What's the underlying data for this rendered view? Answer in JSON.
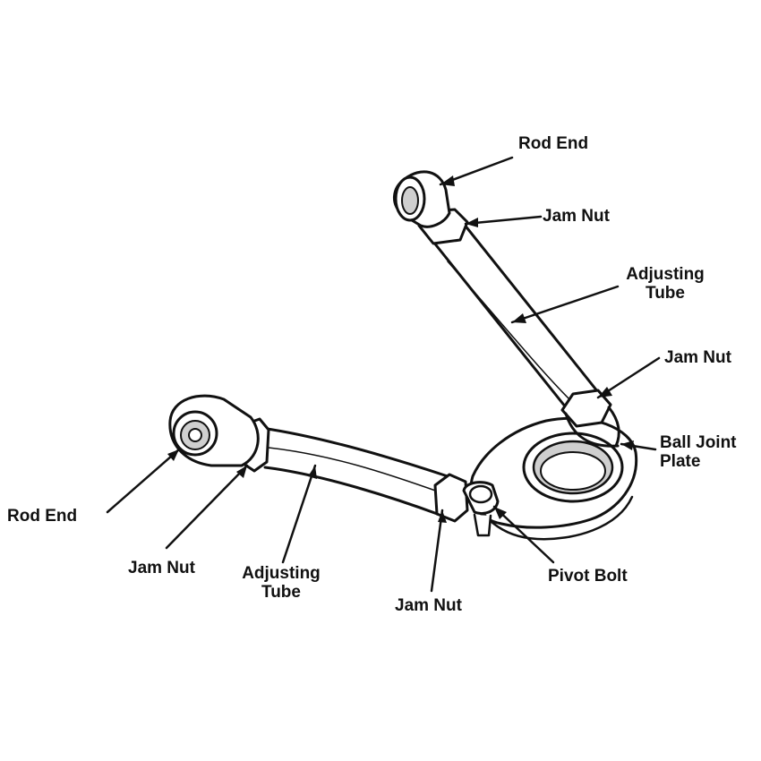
{
  "labels": {
    "rod_end_top": "Rod End",
    "jam_nut_top": "Jam Nut",
    "adjusting_tube_top": [
      "Adjusting",
      "Tube"
    ],
    "jam_nut_right": "Jam Nut",
    "ball_joint_plate": [
      "Ball Joint",
      "Plate"
    ],
    "rod_end_left": "Rod End",
    "jam_nut_left": "Jam Nut",
    "adjusting_tube_bottom": [
      "Adjusting",
      "Tube"
    ],
    "jam_nut_bottom": "Jam Nut",
    "pivot_bolt": "Pivot Bolt"
  },
  "colors": {
    "ink": "#111111",
    "paper": "#ffffff",
    "shade": "#cfcfcf"
  }
}
